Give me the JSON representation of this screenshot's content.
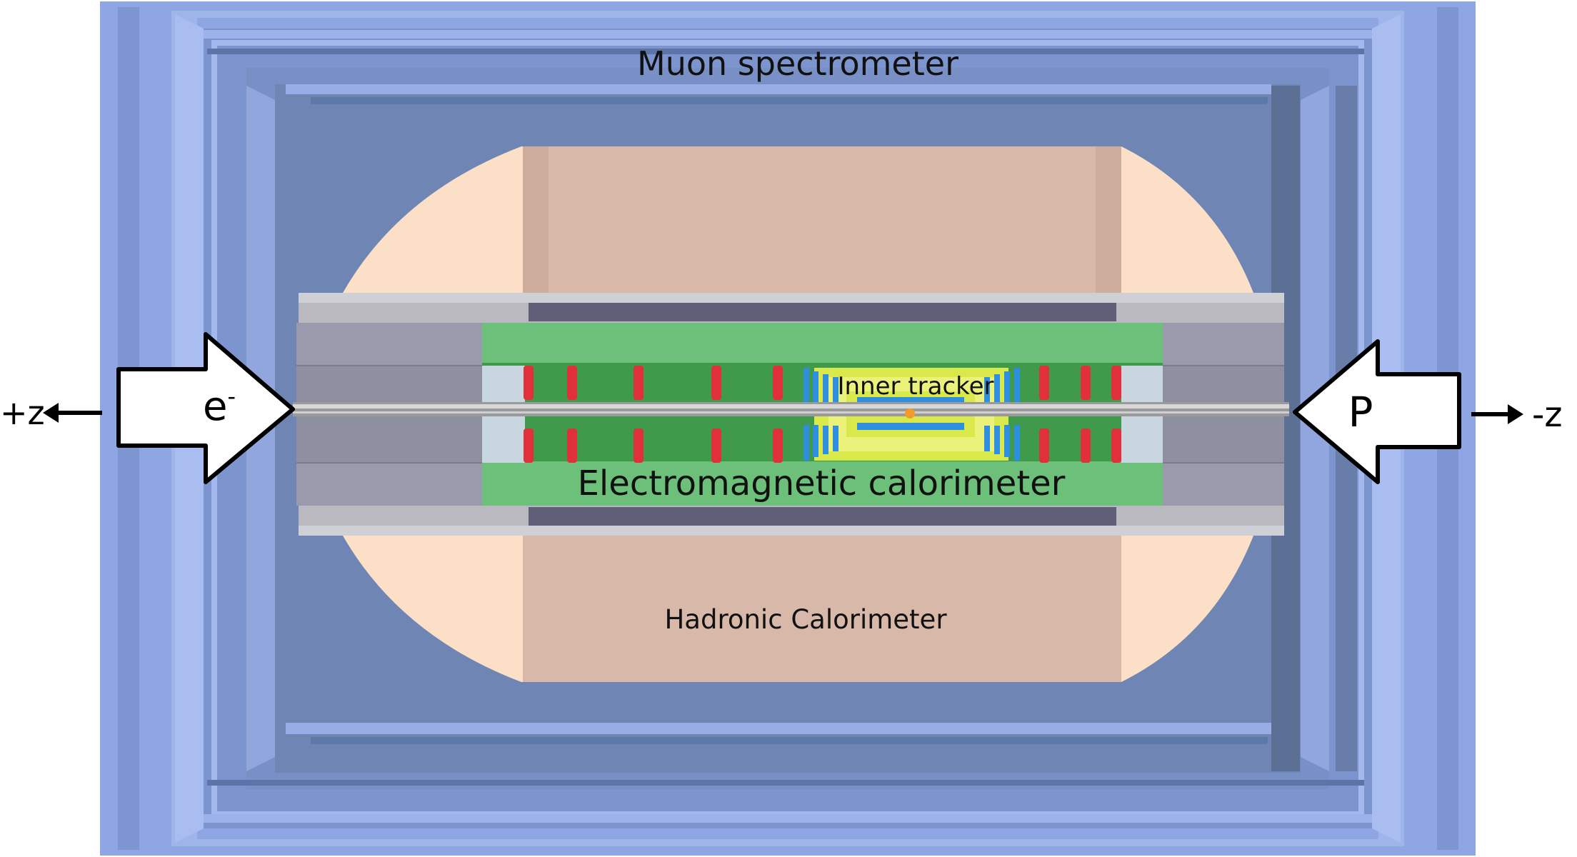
{
  "labels": {
    "muon": "Muon spectrometer",
    "hadronic": "Hadronic Calorimeter",
    "em": "Electromagnetic calorimeter",
    "inner": "Inner tracker",
    "electron": "e",
    "electron_sup": "-",
    "proton": "P",
    "plus_z": "+z",
    "minus_z": "-z"
  },
  "colors": {
    "muon_frame": "#8ea6e4",
    "muon_inner": "#6f86b4",
    "hadronic": "#d8b8a8",
    "hadronic_halo": "#fbdfc6",
    "em": "#6cc079",
    "em_dark": "#3f9a4c",
    "solenoid": "#b9b9bf",
    "solenoid_dark": "#5f5f78",
    "endcap": "#8f8fa2",
    "tracker_yellow": "#d9e84a",
    "tracker_blue": "#2e8fe0",
    "disk_red": "#e0303a",
    "beam": "#aaaaaa",
    "vertex": "#f39a2a"
  },
  "icons": {
    "electron_arrow": "big-arrow-right-icon",
    "proton_arrow": "big-arrow-left-icon",
    "plus_z_arrow": "arrow-left-icon",
    "minus_z_arrow": "arrow-right-icon"
  }
}
